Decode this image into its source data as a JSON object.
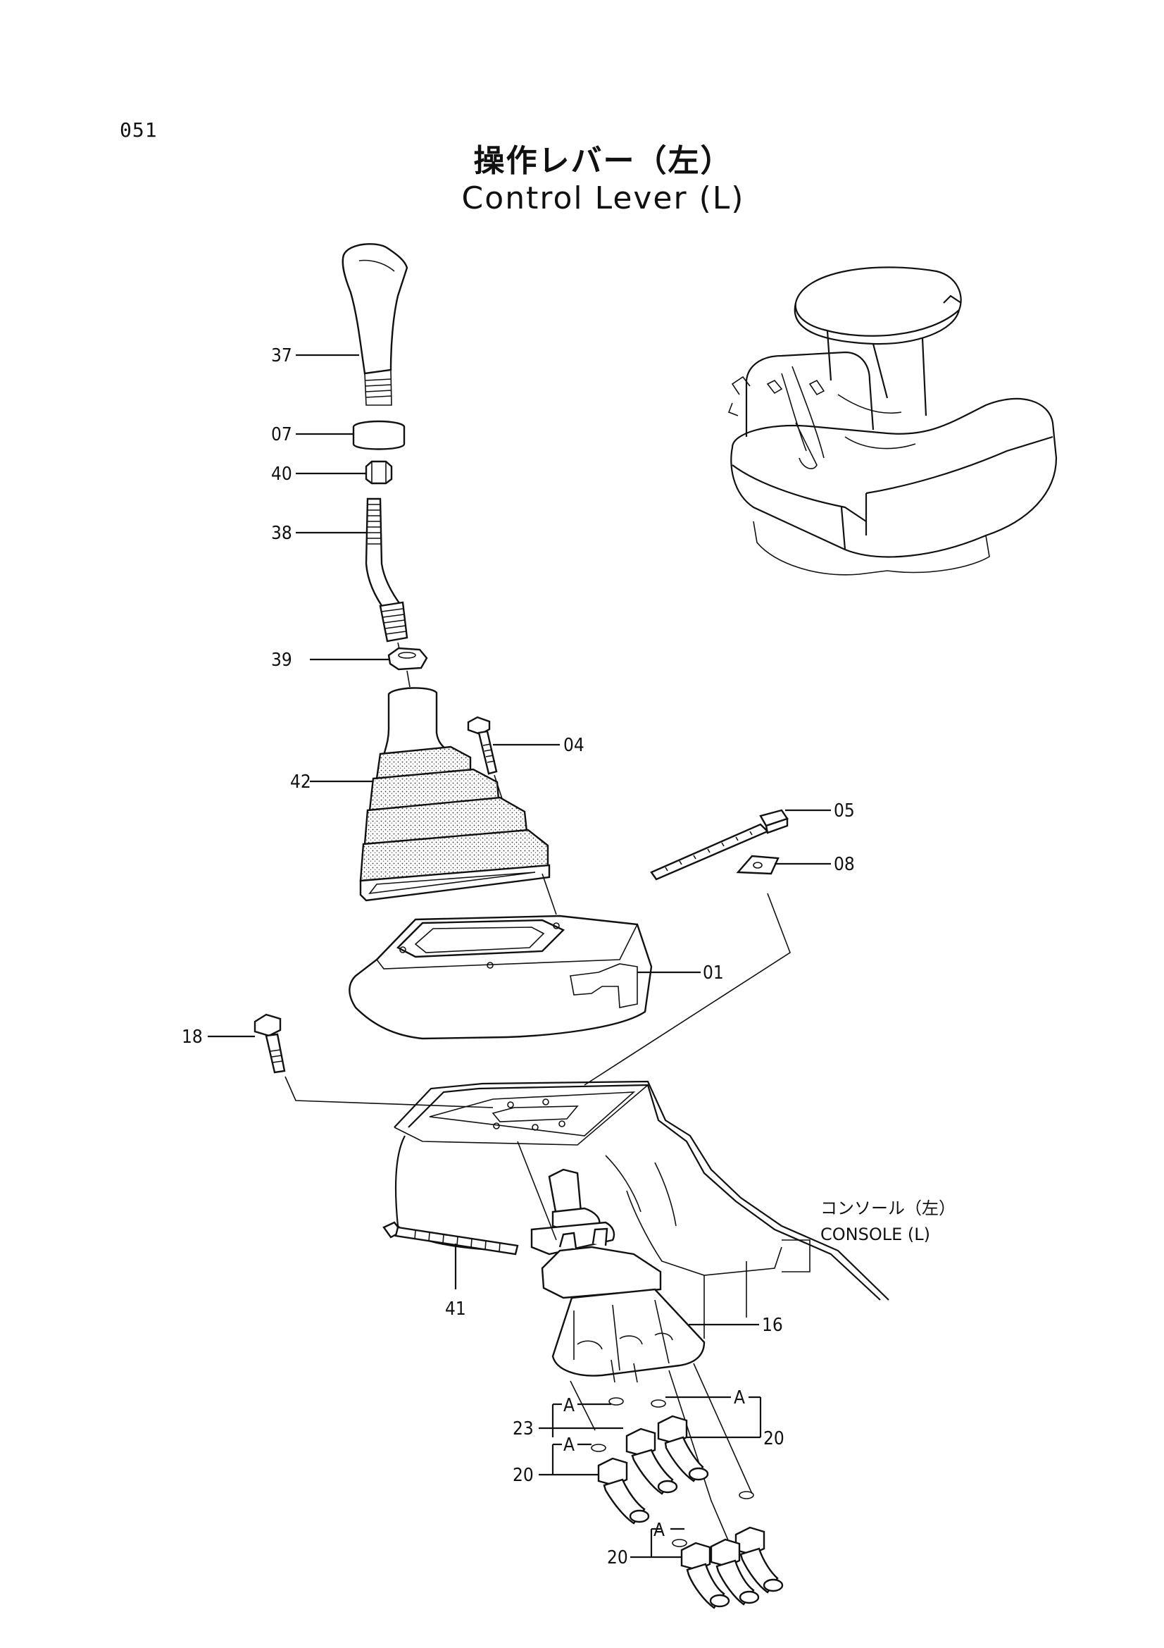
{
  "page_number": "051",
  "title_jp": "操作レバー（左）",
  "title_en": "Control Lever (L)",
  "console_label_jp": "コンソール（左）",
  "console_label_en": "CONSOLE (L)",
  "parts": {
    "p37": "37",
    "p07": "07",
    "p40": "40",
    "p38": "38",
    "p39": "39",
    "p04": "04",
    "p42": "42",
    "p05": "05",
    "p08": "08",
    "p01": "01",
    "p18": "18",
    "p41": "41",
    "p16": "16",
    "p23": "23",
    "p20a": "20",
    "p20b": "20",
    "p20c": "20"
  },
  "ref_marks": {
    "a1": "A",
    "a2": "A",
    "a3": "A",
    "a4": "A"
  }
}
